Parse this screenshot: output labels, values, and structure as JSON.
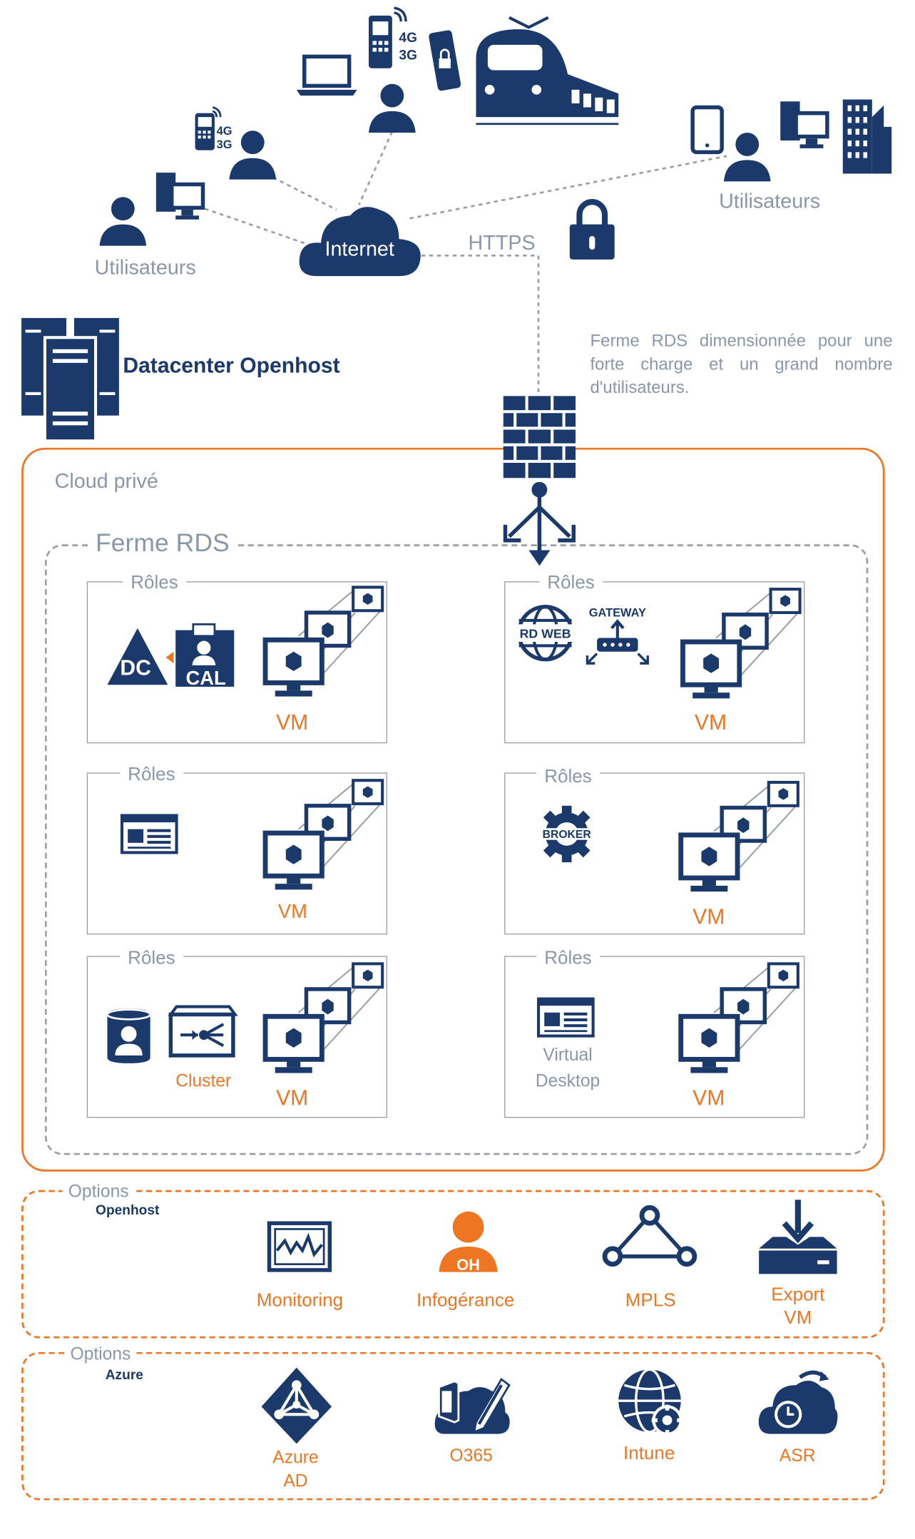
{
  "header": {
    "users_left": "Utilisateurs",
    "users_right": "Utilisateurs",
    "internet": "Internet",
    "https": "HTTPS",
    "net_4g": "4G",
    "net_3g": "3G",
    "datacenter": "Datacenter Openhost",
    "description": "Ferme RDS dimensionnée pour une forte charge et un grand nombre d'utilisateurs."
  },
  "cloud": {
    "title": "Cloud privé",
    "farm_title": "Ferme RDS",
    "roles_label": "Rôles",
    "vm_label": "VM",
    "boxes": [
      {
        "id": "dc-cal",
        "icons": [
          "DC",
          "CAL"
        ]
      },
      {
        "id": "rdweb-gateway",
        "icons": [
          "RD WEB",
          "GATEWAY"
        ]
      },
      {
        "id": "session-host",
        "icons": [
          "window-icon"
        ]
      },
      {
        "id": "broker",
        "icons": [
          "BROKER"
        ]
      },
      {
        "id": "cluster",
        "icons": [
          "database-user-icon",
          "cluster-icon"
        ],
        "caption": "Cluster"
      },
      {
        "id": "virtual-desktop",
        "icons": [
          "window-icon"
        ],
        "caption": "Virtual Desktop"
      }
    ]
  },
  "options_openhost": {
    "title": "Options",
    "subtitle": "Openhost",
    "items": [
      {
        "label": "Monitoring",
        "icon": "monitoring-icon"
      },
      {
        "label": "Infogérance",
        "icon": "oh-user-icon",
        "badge": "OH"
      },
      {
        "label": "MPLS",
        "icon": "mpls-icon"
      },
      {
        "label": "Export VM",
        "icon": "export-icon"
      }
    ]
  },
  "options_azure": {
    "title": "Options",
    "subtitle": "Azure",
    "items": [
      {
        "label": "Azure AD",
        "icon": "azure-ad-icon"
      },
      {
        "label": "O365",
        "icon": "o365-icon"
      },
      {
        "label": "Intune",
        "icon": "intune-icon"
      },
      {
        "label": "ASR",
        "icon": "asr-icon"
      }
    ]
  },
  "colors": {
    "navy": "#1b3a6b",
    "orange": "#ee7623",
    "gray": "#8a97a8"
  }
}
